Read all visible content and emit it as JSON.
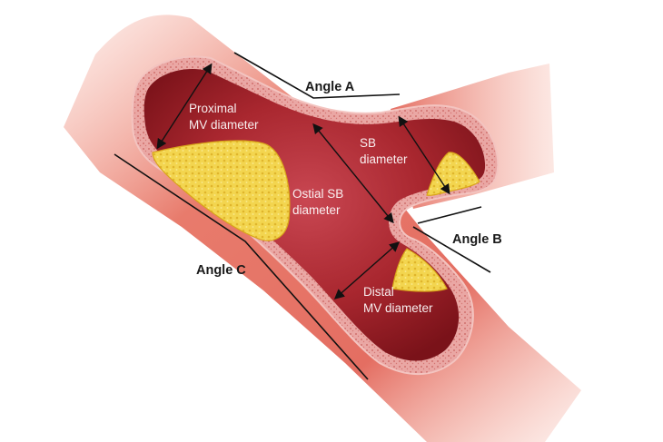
{
  "labels": {
    "angle_a": "Angle A",
    "angle_b": "Angle B",
    "angle_c": "Angle C",
    "proximal_mv_line1": "Proximal",
    "proximal_mv_line2": "MV diameter",
    "sb_line1": "SB",
    "sb_line2": "diameter",
    "ostial_sb_line1": "Ostial SB",
    "ostial_sb_line2": "diameter",
    "distal_mv_line1": "Distal",
    "distal_mv_line2": "MV diameter"
  },
  "colors": {
    "vessel_outer": "#e87b6c",
    "vessel_wall": "#e9a3a0",
    "lumen_dark": "#8f1a22",
    "lumen_light": "#c23b44",
    "plaque": "#f2d24a",
    "plaque_edge": "#d9a51a"
  }
}
